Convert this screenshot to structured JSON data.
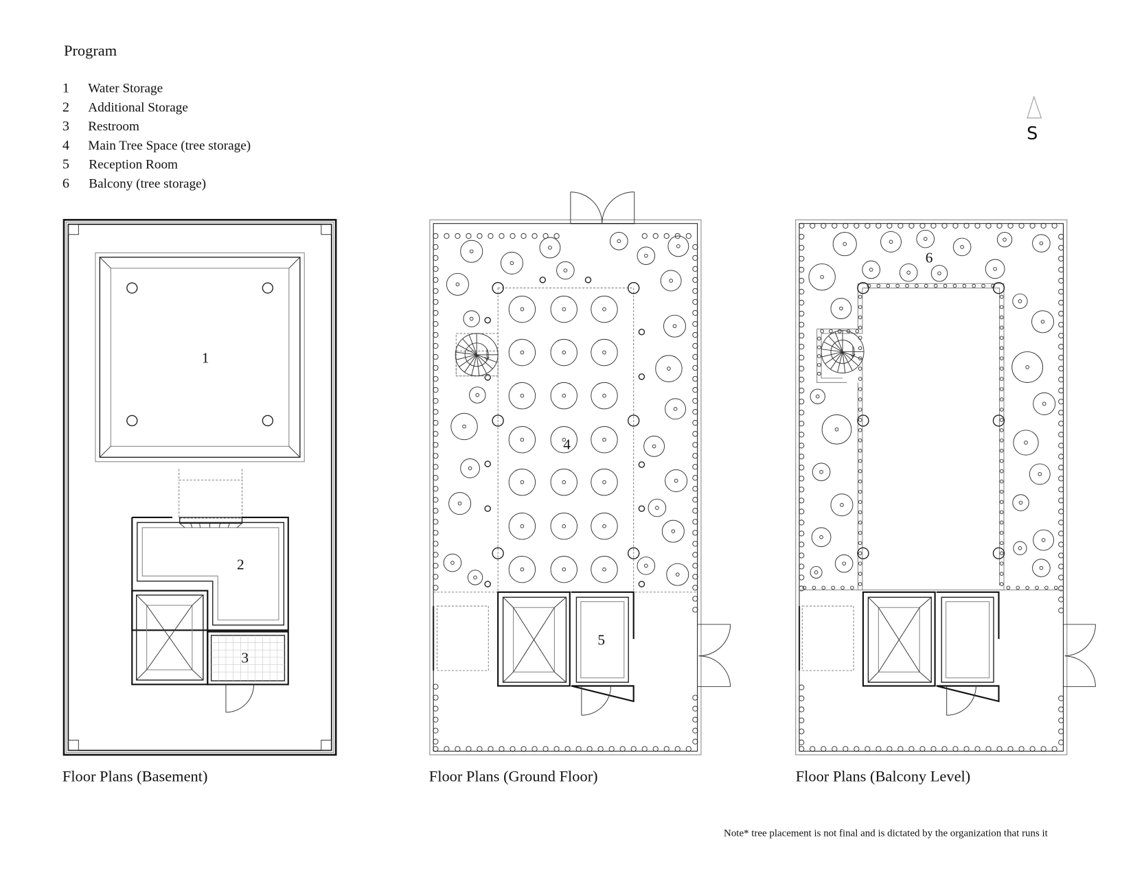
{
  "program": {
    "title": "Program",
    "items": [
      {
        "num": "1",
        "label": "Water Storage"
      },
      {
        "num": "2",
        "label": "Additional Storage"
      },
      {
        "num": "3",
        "label": "Restroom"
      },
      {
        "num": "4",
        "label": "Main Tree Space (tree storage)"
      },
      {
        "num": "5",
        "label": "Reception Room"
      },
      {
        "num": "6",
        "label": "Balcony (tree storage)"
      }
    ]
  },
  "north_arrow": {
    "label": "S",
    "icon": "north-arrow-triangle-icon"
  },
  "plans": [
    {
      "caption": "Floor Plans (Basement)",
      "rooms": [
        "1",
        "2",
        "3"
      ]
    },
    {
      "caption": "Floor Plans (Ground Floor)",
      "rooms": [
        "4",
        "5"
      ]
    },
    {
      "caption": "Floor Plans (Balcony Level)",
      "rooms": [
        "6"
      ]
    }
  ],
  "room_labels": {
    "r1": "1",
    "r2": "2",
    "r3": "3",
    "r4": "4",
    "r5": "5",
    "r6": "6"
  },
  "note": "Note* tree placement is not final and is dictated by the organization that runs it",
  "colors": {
    "line": "#111111",
    "background": "#ffffff",
    "secondary_line": "#888888"
  }
}
